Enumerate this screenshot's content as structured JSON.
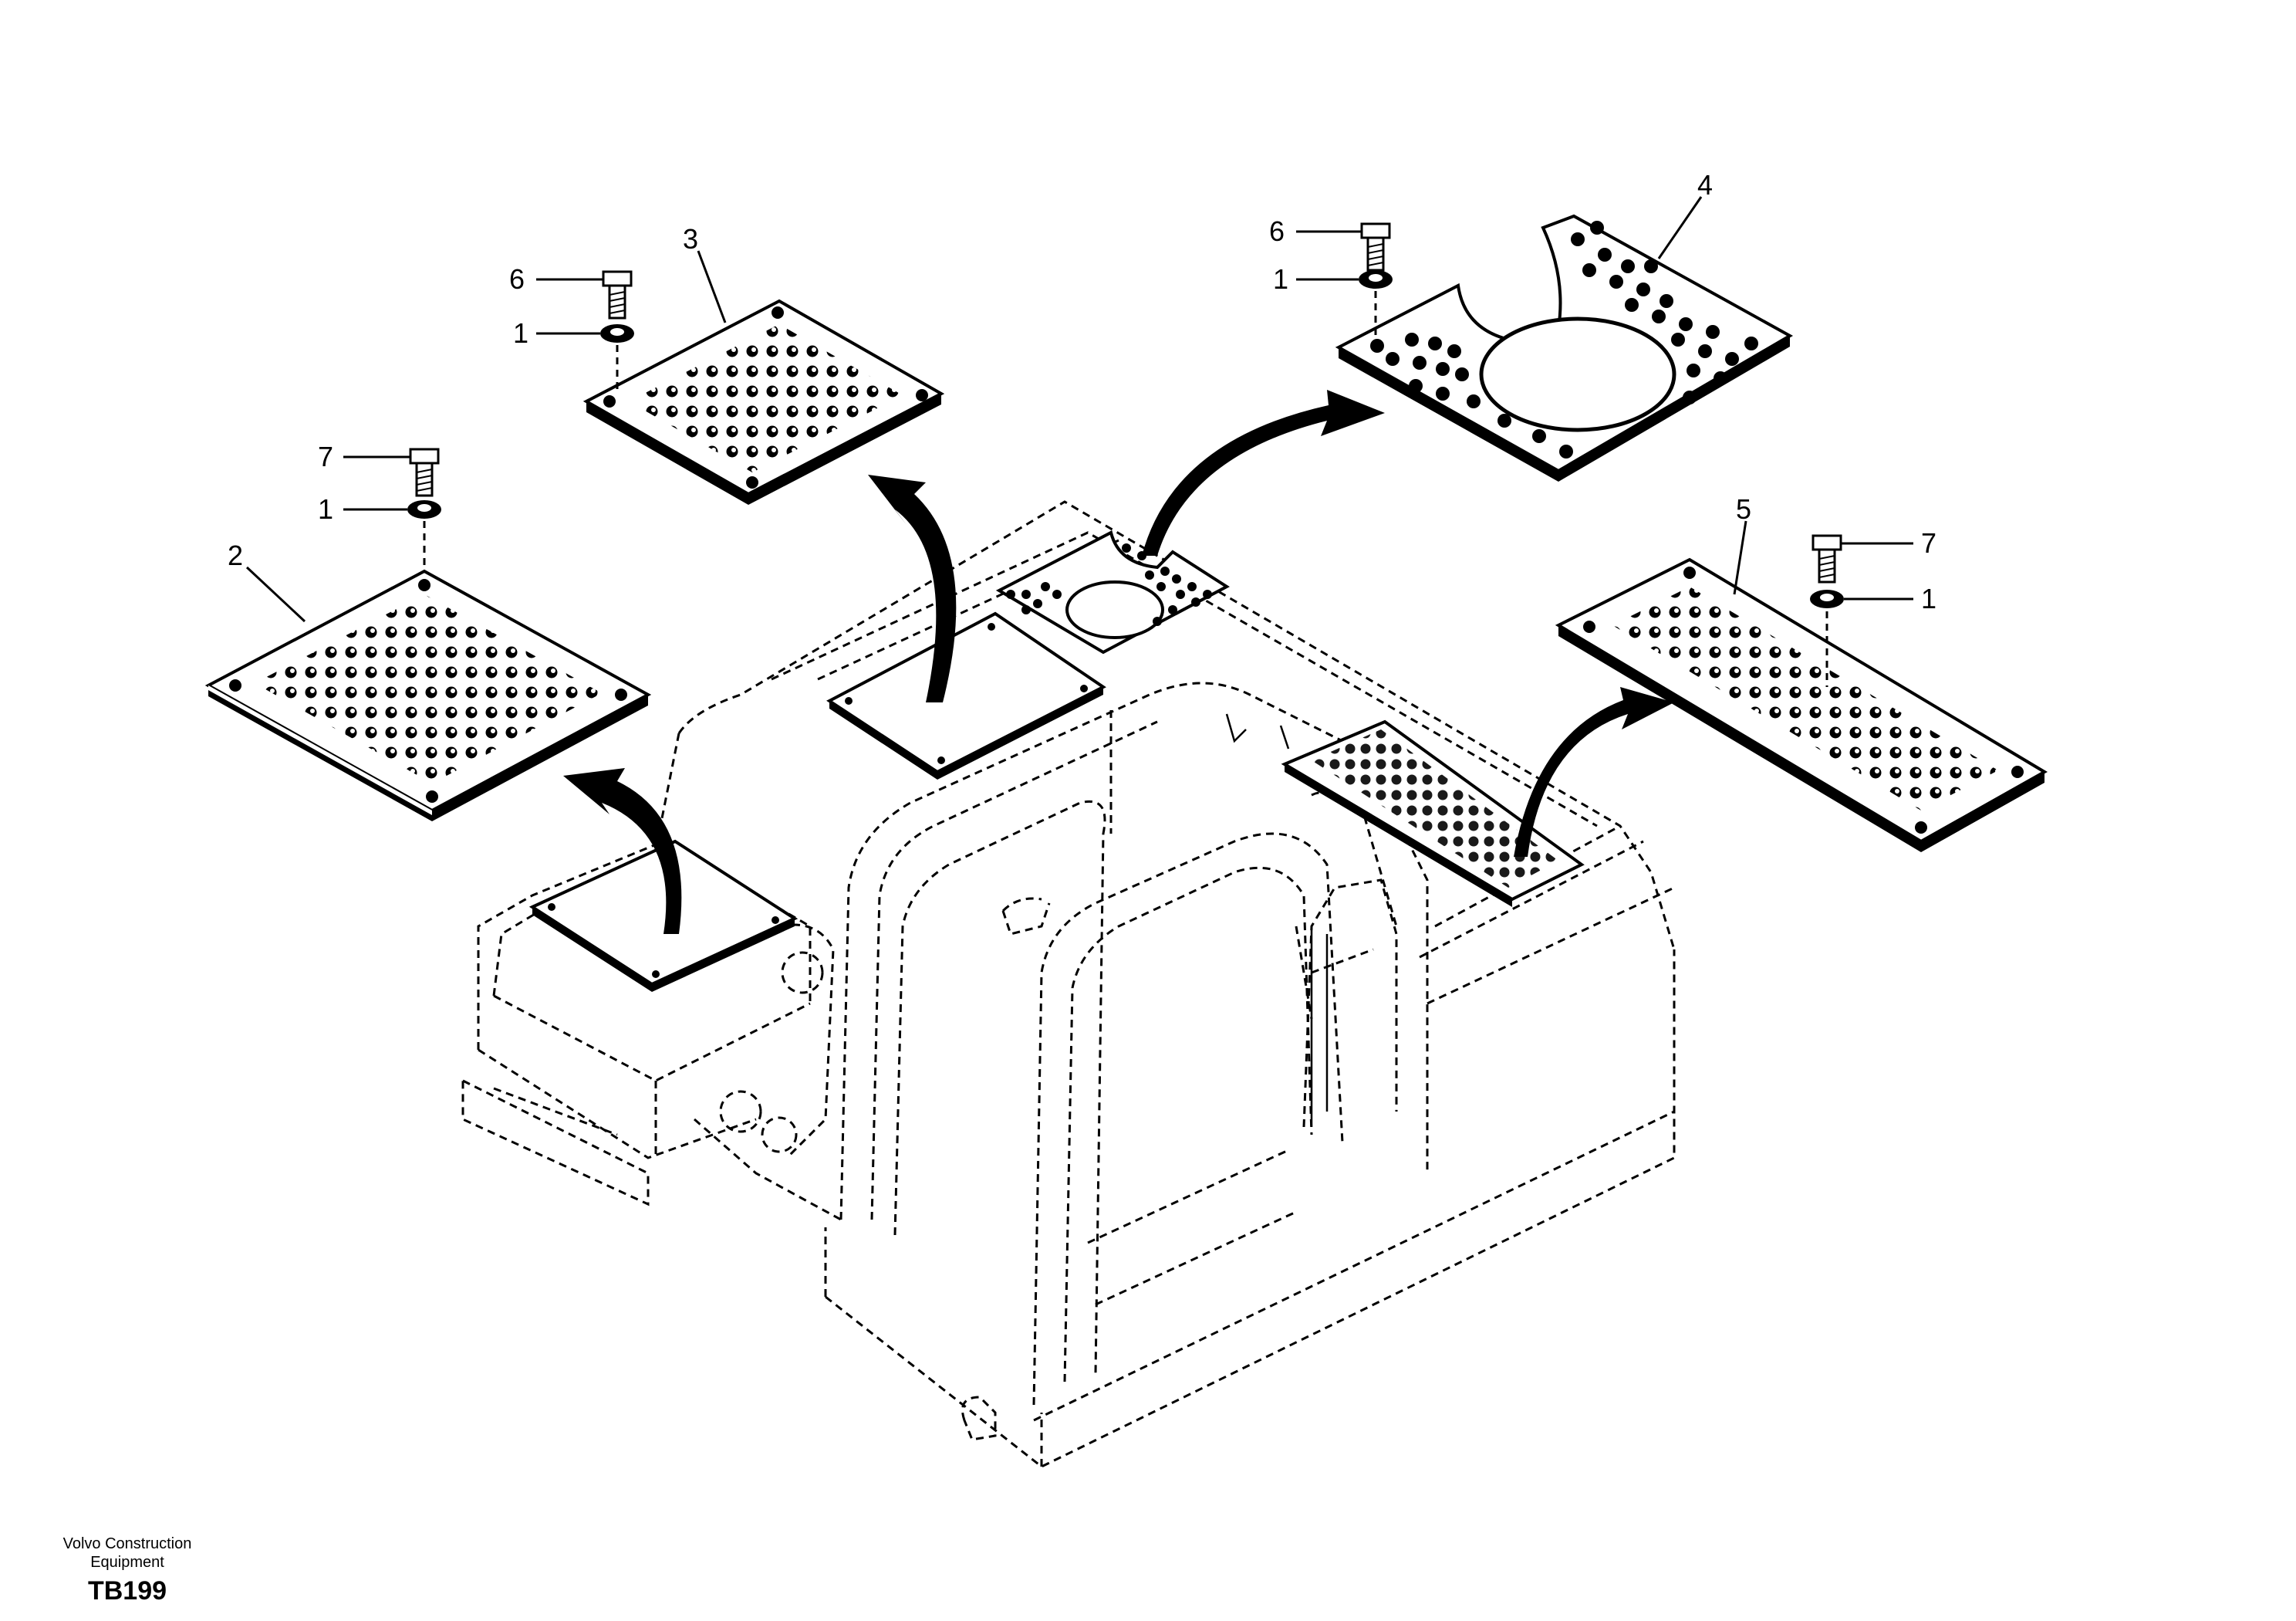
{
  "callouts": {
    "plate_2": "2",
    "plate_3": "3",
    "plate_4": "4",
    "plate_5": "5",
    "bolt_6_a": "6",
    "bolt_6_b": "6",
    "bolt_7_a": "7",
    "bolt_7_b": "7",
    "washer_1_a": "1",
    "washer_1_b": "1",
    "washer_1_c": "1",
    "washer_1_d": "1"
  },
  "footer": {
    "maker_line1": "Volvo Construction",
    "maker_line2": "Equipment",
    "code": "TB199"
  },
  "colors": {
    "ink": "#000000",
    "paper": "#ffffff"
  },
  "icons": [
    "bolt-icon",
    "washer-icon",
    "curved-arrow-icon"
  ]
}
